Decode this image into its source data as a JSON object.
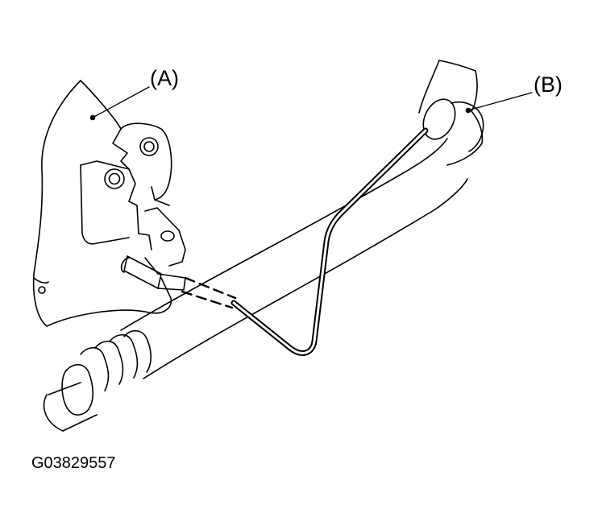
{
  "labels": {
    "a": "(A)",
    "b": "(B)"
  },
  "figure_id": "G03829557",
  "colors": {
    "line": "#000000",
    "background": "#ffffff"
  }
}
